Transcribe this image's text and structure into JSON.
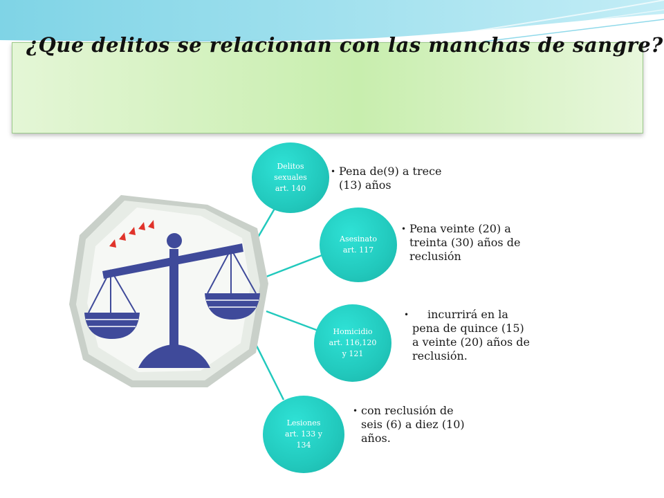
{
  "title": "¿Que delitos se relacionan con las manchas de sangre?",
  "colors": {
    "node_fill": "#22c9bd",
    "connector": "#22c9bd",
    "scale": "#3f4a9a",
    "title_box": "#c8eeae",
    "arrows": "#e0332a"
  },
  "image": {
    "icon": "balance-scale-icon"
  },
  "nodes": [
    {
      "lines": [
        "Delitos",
        "sexuales",
        "art. 140"
      ],
      "text": "Pena de(9) a trece (13) años"
    },
    {
      "lines": [
        "Asesinato",
        "art. 117"
      ],
      "text": "Pena veinte (20) a treinta (30) años de reclusión"
    },
    {
      "lines": [
        "Homicidio",
        "art. 116,120",
        "y 121"
      ],
      "text": "incurrirá en la pena de quince (15) a veinte (20) años de reclusión."
    },
    {
      "lines": [
        "Lesiones",
        "art. 133 y",
        "134"
      ],
      "text": "con reclusión de seis (6) a diez (10) años."
    }
  ]
}
